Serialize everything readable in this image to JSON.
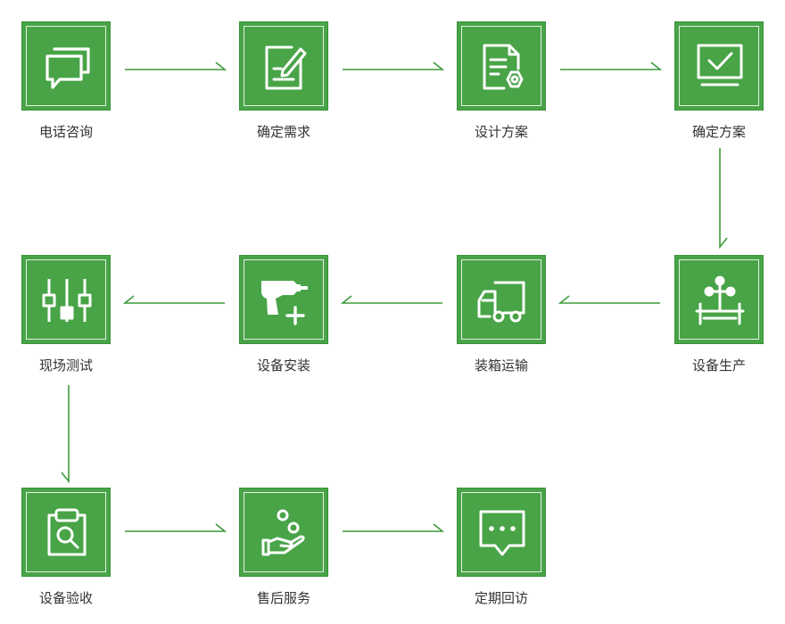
{
  "colors": {
    "tile": "#48a447",
    "arrow": "#3e9a3c",
    "label": "#333333"
  },
  "steps": [
    {
      "label": "电话咨询",
      "icon": "chat-bubbles-icon"
    },
    {
      "label": "确定需求",
      "icon": "document-edit-icon"
    },
    {
      "label": "设计方案",
      "icon": "document-settings-icon"
    },
    {
      "label": "确定方案",
      "icon": "monitor-check-icon"
    },
    {
      "label": "设备生产",
      "icon": "factory-machine-icon"
    },
    {
      "label": "装箱运输",
      "icon": "delivery-truck-icon"
    },
    {
      "label": "设备安装",
      "icon": "power-drill-icon"
    },
    {
      "label": "现场测试",
      "icon": "equalizer-sliders-icon"
    },
    {
      "label": "设备验收",
      "icon": "clipboard-search-icon"
    },
    {
      "label": "售后服务",
      "icon": "hand-care-icon"
    },
    {
      "label": "定期回访",
      "icon": "message-dots-icon"
    }
  ]
}
